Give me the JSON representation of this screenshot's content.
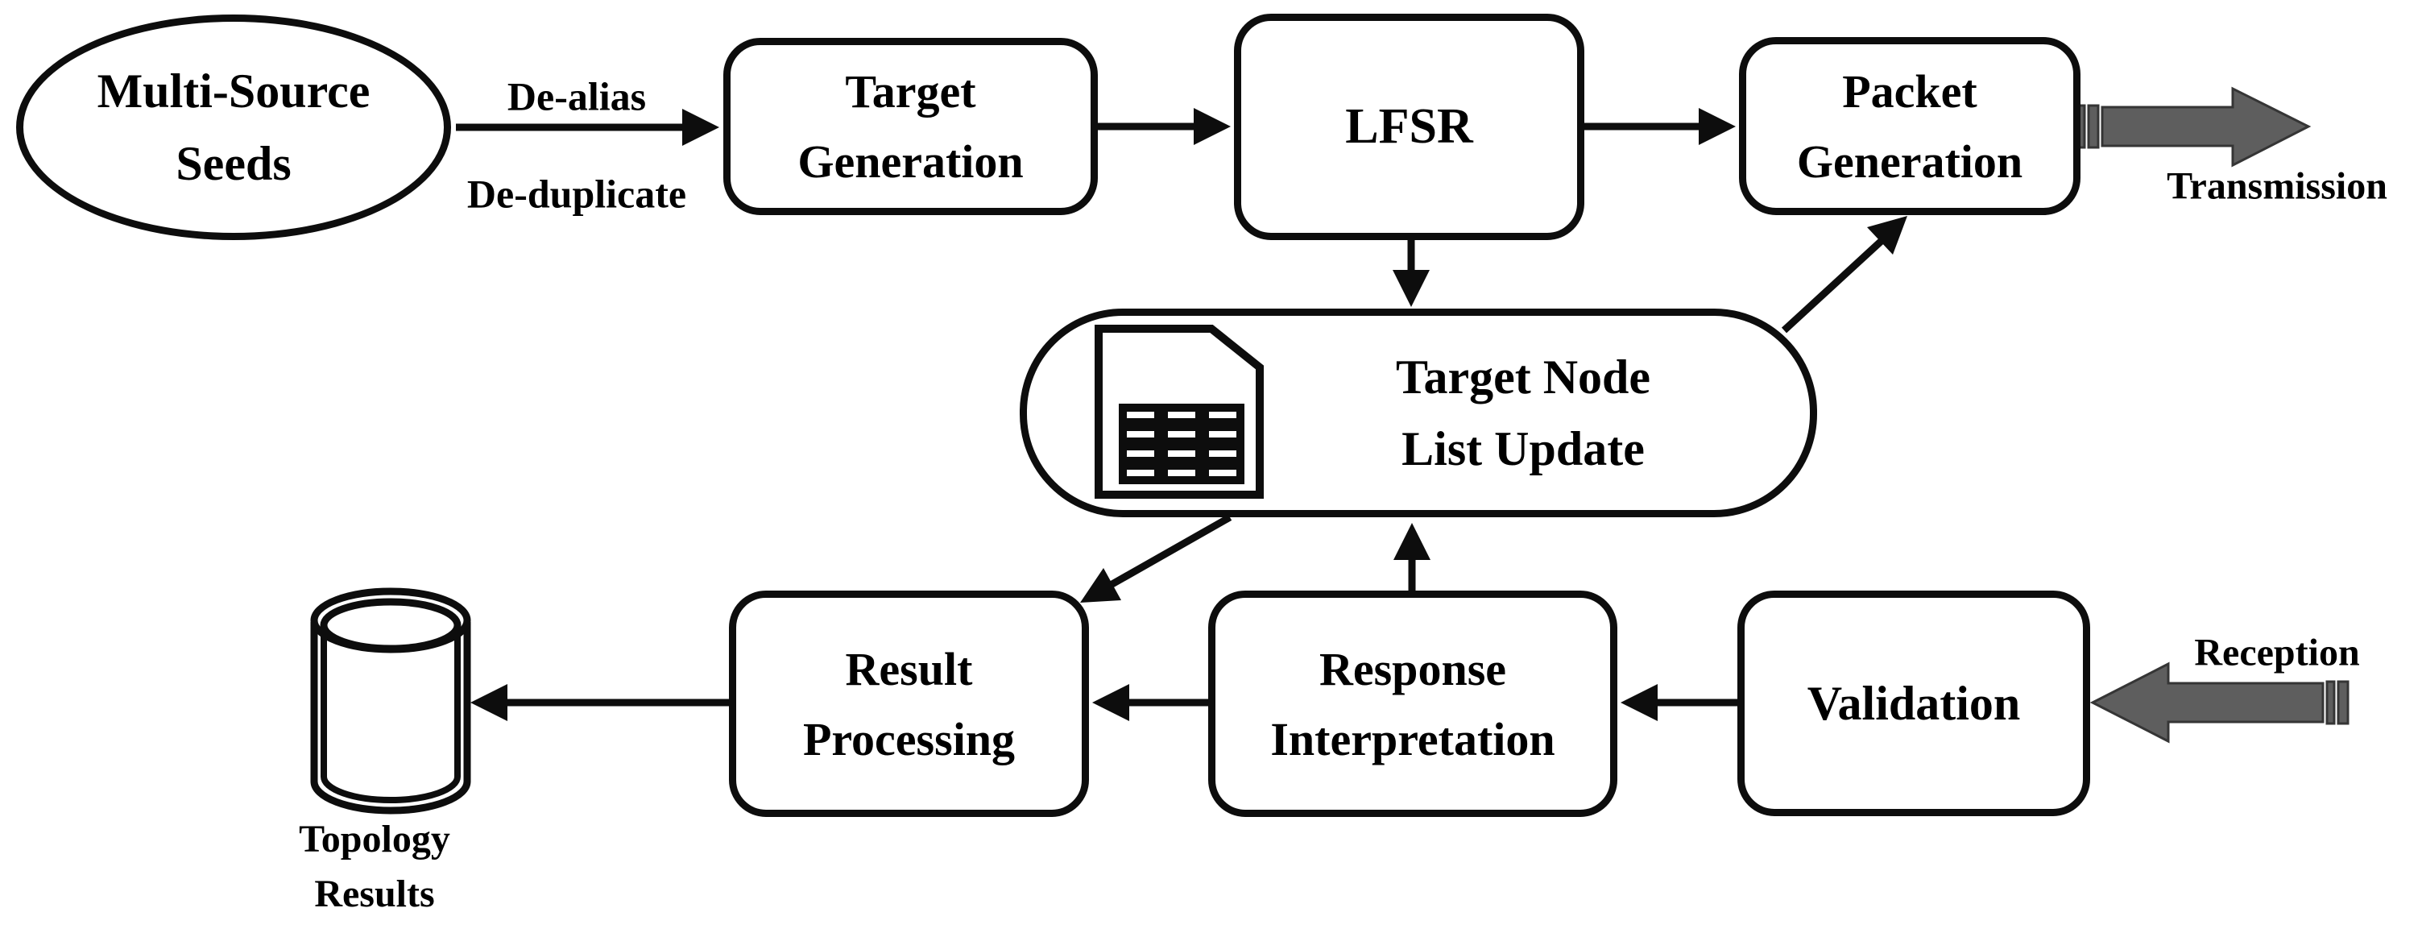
{
  "figure": {
    "background": "#ffffff",
    "line_color": "#0d0d0d",
    "block_arrow_fill": "#5e5e5e",
    "block_arrow_stroke": "#353535"
  },
  "nodes": {
    "multi_source_seeds": {
      "lines": [
        "Multi-Source",
        "Seeds"
      ]
    },
    "target_generation": {
      "lines": [
        "Target",
        "Generation"
      ]
    },
    "lfsr": {
      "lines": [
        "LFSR"
      ]
    },
    "packet_generation": {
      "lines": [
        "Packet",
        "Generation"
      ]
    },
    "target_node_list_update": {
      "lines": [
        "Target Node",
        "List Update"
      ],
      "icon": "spreadsheet-file-icon"
    },
    "result_processing": {
      "lines": [
        "Result",
        "Processing"
      ]
    },
    "response_interpretation": {
      "lines": [
        "Response",
        "Interpretation"
      ]
    },
    "validation": {
      "lines": [
        "Validation"
      ]
    },
    "topology_results": {
      "lines": [
        "Topology",
        "Results"
      ],
      "icon": "database-cylinder-icon"
    }
  },
  "edge_labels": {
    "de_alias": "De-alias",
    "de_duplicate": "De-duplicate",
    "transmission": "Transmission",
    "reception": "Reception"
  }
}
